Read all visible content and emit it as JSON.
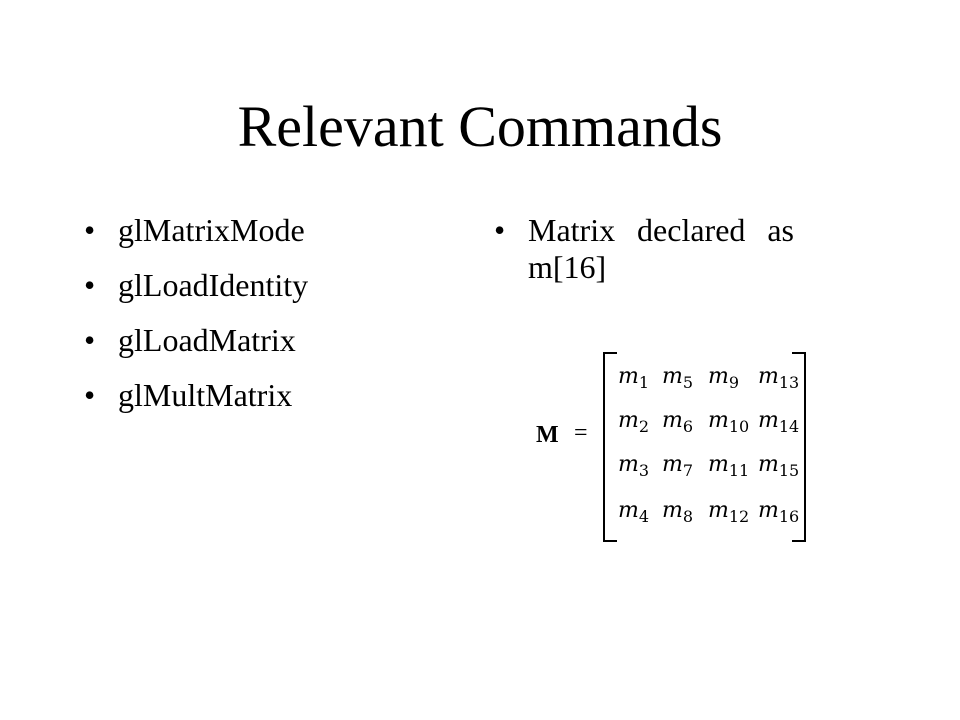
{
  "title": "Relevant Commands",
  "left_bullets": [
    "glMatrixMode",
    "glLoadIdentity",
    "glLoadMatrix",
    "glMultMatrix"
  ],
  "right_bullets": [
    "Matrix declared as m[16]"
  ],
  "bullet_char": "•",
  "matrix": {
    "label": "M",
    "equals": "=",
    "variable": "m",
    "rows": [
      [
        "1",
        "5",
        "9",
        "13"
      ],
      [
        "2",
        "6",
        "10",
        "14"
      ],
      [
        "3",
        "7",
        "11",
        "15"
      ],
      [
        "4",
        "8",
        "12",
        "16"
      ]
    ]
  }
}
